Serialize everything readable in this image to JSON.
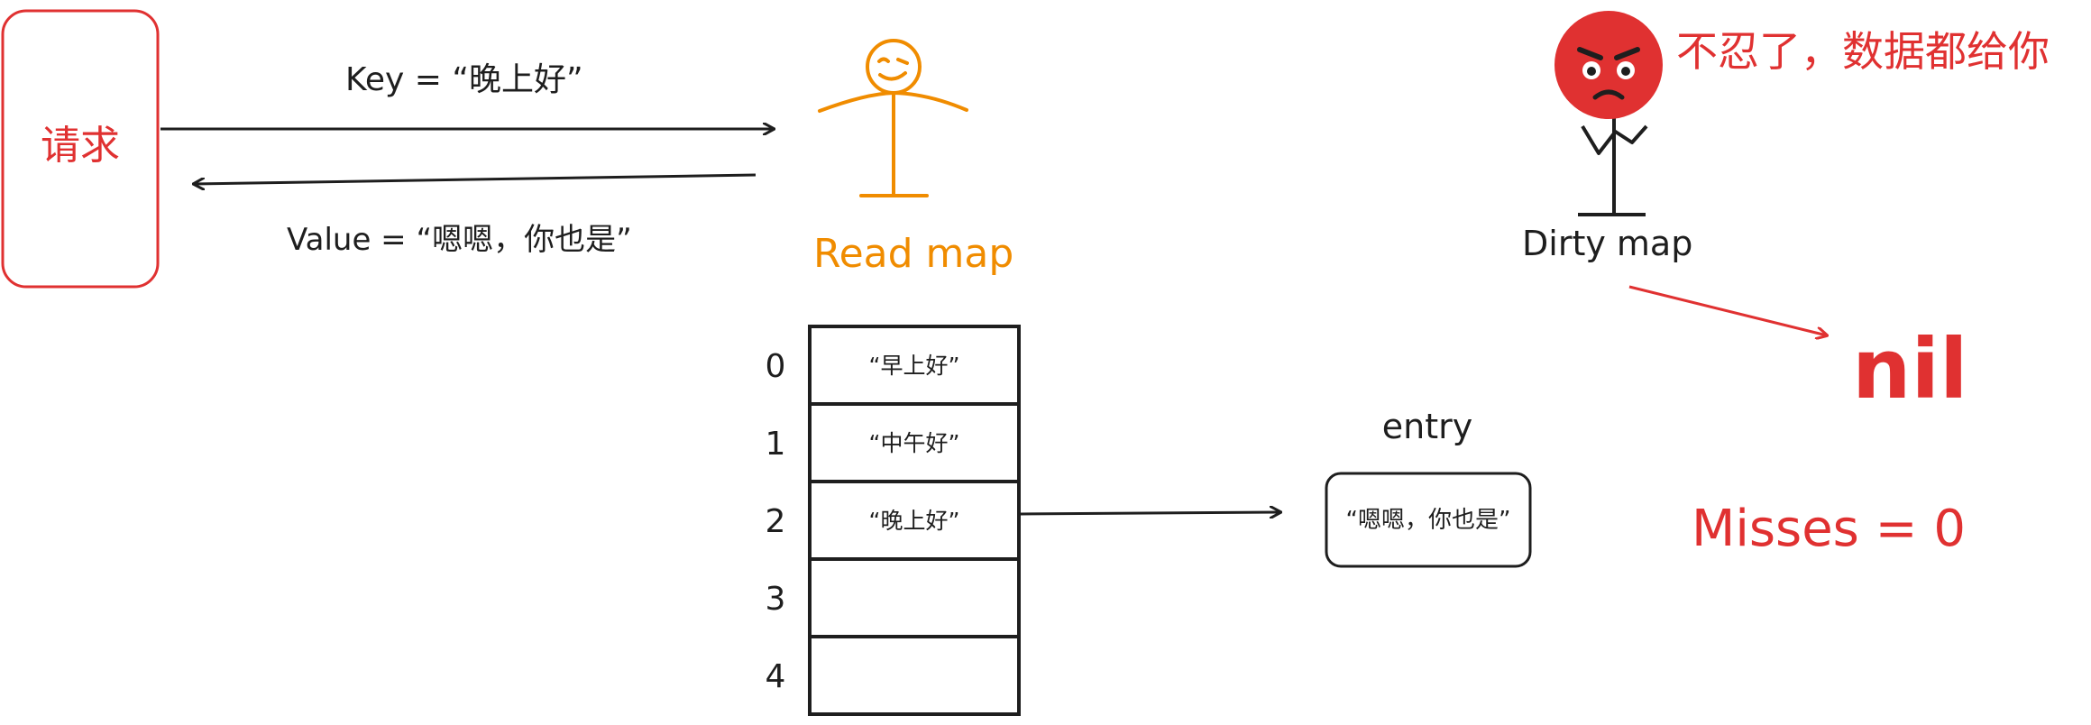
{
  "request": {
    "label": "请求"
  },
  "arrows": {
    "key_label": "Key = “晚上好”",
    "value_label": "Value = “嗯嗯，你也是”"
  },
  "read_map": {
    "title": "Read map",
    "slots": [
      {
        "index": "0",
        "value": "“早上好”"
      },
      {
        "index": "1",
        "value": "“中午好”"
      },
      {
        "index": "2",
        "value": "“晚上好”"
      },
      {
        "index": "3",
        "value": ""
      },
      {
        "index": "4",
        "value": ""
      }
    ]
  },
  "entry": {
    "title": "entry",
    "value": "“嗯嗯，你也是”"
  },
  "dirty_map": {
    "title": "Dirty map",
    "speech": "不忍了，数据都给你",
    "result": "nil"
  },
  "misses": {
    "label": "Misses = 0"
  },
  "colors": {
    "accent_red": "#e03131",
    "accent_orange": "#f08c00",
    "ink": "#1e1e1e"
  }
}
